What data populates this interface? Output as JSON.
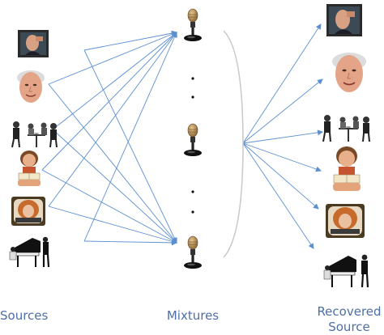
{
  "labels": {
    "sources": "Sources",
    "mixtures": "Mixtures",
    "recovered_line1": "Recovered",
    "recovered_line2": "Source"
  },
  "sources": [
    {
      "icon": "tv-face-thumbnail"
    },
    {
      "icon": "old-man-face"
    },
    {
      "icon": "group-at-table"
    },
    {
      "icon": "child-reading"
    },
    {
      "icon": "woman-in-tv"
    },
    {
      "icon": "piano-player"
    }
  ],
  "mixtures": [
    {
      "icon": "microphone"
    },
    {
      "icon": "microphone"
    },
    {
      "icon": "microphone"
    }
  ],
  "recovered": [
    {
      "icon": "tv-face-thumbnail"
    },
    {
      "icon": "old-man-face"
    },
    {
      "icon": "group-at-table"
    },
    {
      "icon": "child-reading"
    },
    {
      "icon": "woman-in-tv"
    },
    {
      "icon": "piano-player"
    }
  ],
  "colors": {
    "arrow": "#5b8fd0",
    "label": "#4e6fa8",
    "bracket": "#c8c8c8",
    "mic_head": "#b08a52",
    "mic_body": "#222222"
  }
}
